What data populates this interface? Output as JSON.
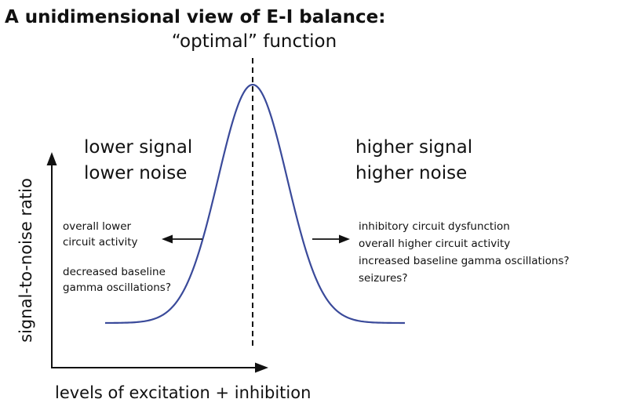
{
  "title": "A unidimensional view of E-I balance:",
  "optimal_label": "“optimal” function",
  "y_axis_label": "signal-to-noise ratio",
  "x_axis_label": "levels of excitation + inhibition",
  "left_region": {
    "heading_lines": [
      "lower signal",
      "lower noise"
    ],
    "note_lines": [
      "overall lower",
      "circuit activity",
      "decreased baseline",
      "gamma oscillations?"
    ]
  },
  "right_region": {
    "heading_lines": [
      "higher signal",
      "higher noise"
    ],
    "note_lines": [
      "inhibitory circuit dysfunction",
      "overall higher circuit activity",
      "increased baseline gamma oscillations?",
      "seizures?"
    ]
  },
  "colors": {
    "curve": "#3a4a9a",
    "text": "#111111",
    "axes": "#111111"
  },
  "icons": {
    "axes": "axis-arrows",
    "left_arrow": "arrow-left-icon",
    "right_arrow": "arrow-right-icon"
  }
}
